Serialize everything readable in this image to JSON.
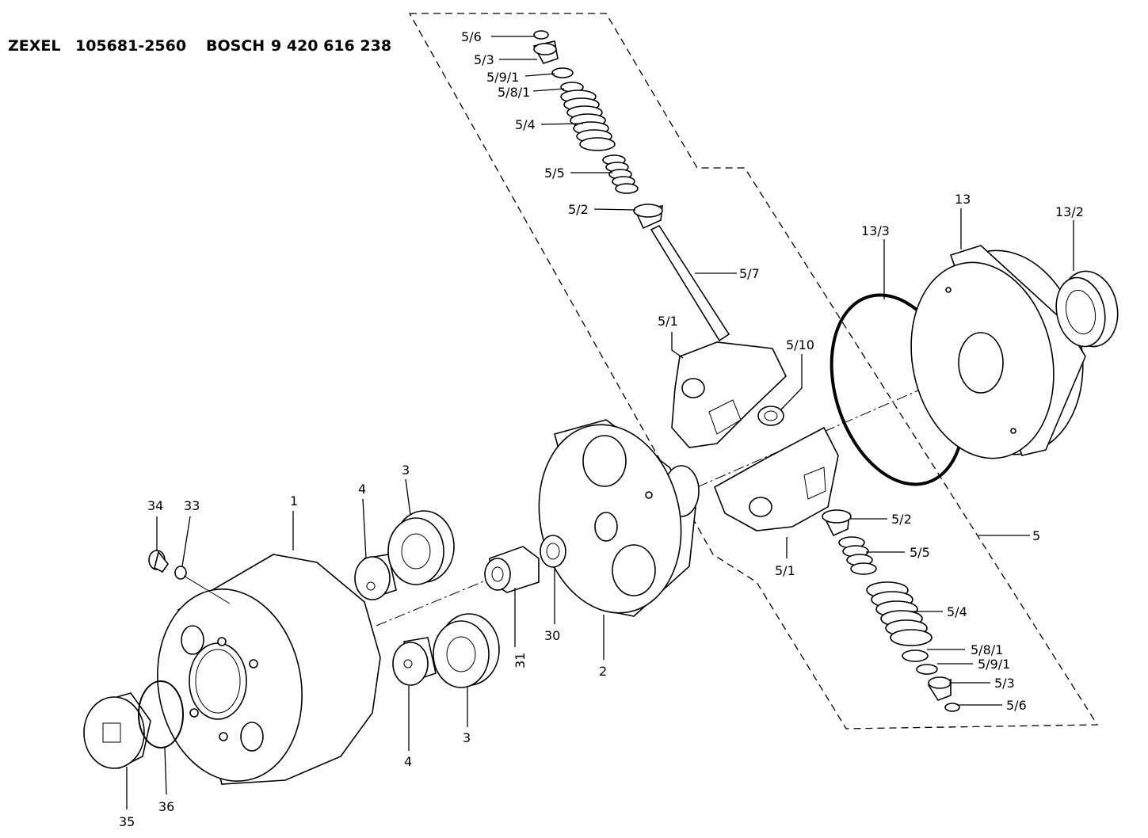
{
  "header": {
    "brand1": "ZEXEL",
    "part1": "105681-2560",
    "brand2": "BOSCH",
    "part2": "9 420 616 238"
  },
  "labels": {
    "l_5_6_top": "5/6",
    "l_5_3_top": "5/3",
    "l_5_9_1_top": "5/9/1",
    "l_5_8_1_top": "5/8/1",
    "l_5_4_top": "5/4",
    "l_5_5_top": "5/5",
    "l_5_2_top": "5/2",
    "l_5_7": "5/7",
    "l_5_1_top": "5/1",
    "l_5_10": "5/10",
    "l_13": "13",
    "l_13_3": "13/3",
    "l_13_2": "13/2",
    "l_5_2_bot": "5/2",
    "l_5_5_bot": "5/5",
    "l_5": "5",
    "l_5_1_bot": "5/1",
    "l_5_4_bot": "5/4",
    "l_5_8_1_bot": "5/8/1",
    "l_5_9_1_bot": "5/9/1",
    "l_5_3_bot": "5/3",
    "l_5_6_bot": "5/6",
    "l_1": "1",
    "l_34": "34",
    "l_33": "33",
    "l_4_top": "4",
    "l_3_top": "3",
    "l_31": "31",
    "l_30": "30",
    "l_2": "2",
    "l_3_bot": "3",
    "l_4_bot": "4",
    "l_35": "35",
    "l_36": "36"
  }
}
